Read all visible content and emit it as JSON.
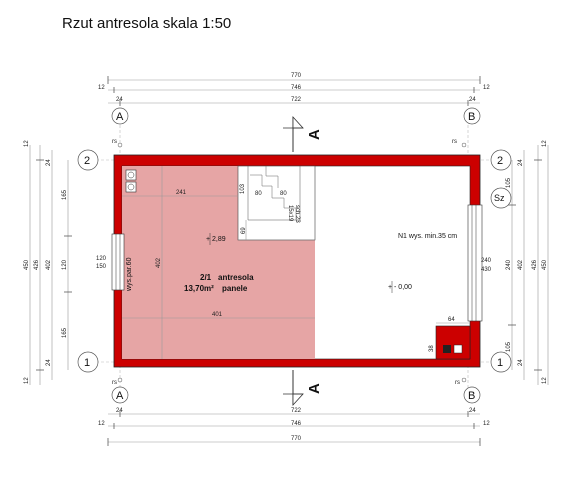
{
  "title": "Rzut antresola skala 1:50",
  "axes": {
    "a": "A",
    "b": "B",
    "one": "1",
    "two": "2",
    "sz": "Sz"
  },
  "section": {
    "label": "A"
  },
  "rs": "rs",
  "dims": {
    "total": "770",
    "inner": "746",
    "clear": "722",
    "small12": "12",
    "small24": "24",
    "left_total": "450",
    "left_426": "426",
    "left_402": "402",
    "left_165a": "165",
    "left_120": "120",
    "left_165b": "165",
    "right_total": "450",
    "right_426": "426",
    "right_402": "402",
    "right_105a": "105",
    "right_240": "240",
    "right_105b": "105",
    "window_left_1": "120",
    "window_left_2": "150",
    "window_right_1": "240",
    "window_right_2": "430",
    "room_241": "241",
    "room_401": "401",
    "room_402": "402",
    "room_69": "69",
    "stair_103": "103",
    "stair_80a": "80",
    "stair_80b": "80",
    "corner_64": "64",
    "corner_38": "38"
  },
  "room": {
    "number": "2/1",
    "name": "antresola",
    "area": "13,70m²",
    "finish": "panele",
    "level": "+ 2,89",
    "window_height": "wys.par.60"
  },
  "floor": {
    "level": "+ - 0,00",
    "note": "N1 wys. min.35 cm"
  },
  "stairs": {
    "label": "15x19",
    "label2": "sch.23"
  }
}
